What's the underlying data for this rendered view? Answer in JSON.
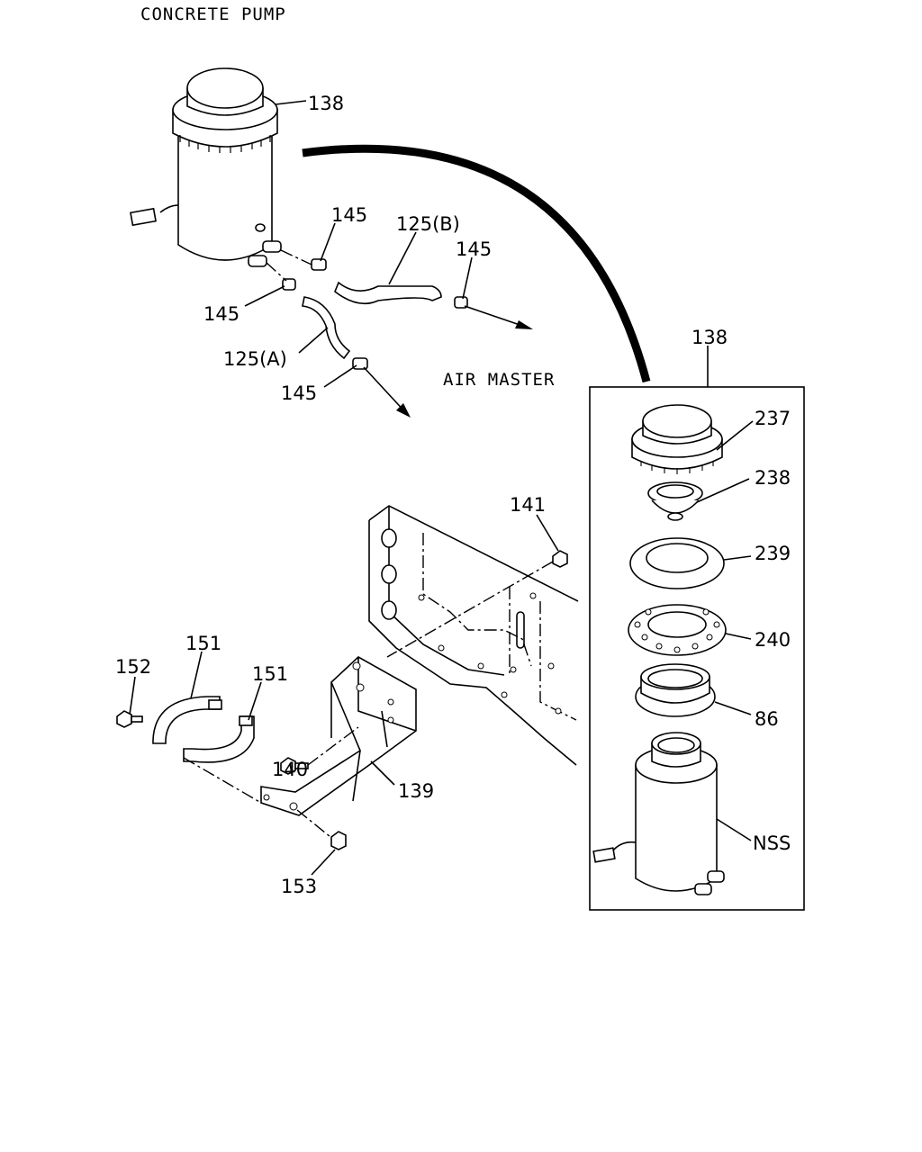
{
  "title": "CONCRETE PUMP",
  "air_master_label": "AIR MASTER",
  "callouts": {
    "tank_top": "138",
    "fitting_upper": "145",
    "hose_b": "125(B)",
    "fitting_right": "145",
    "fitting_left": "145",
    "hose_a": "125(A)",
    "fitting_bottom": "145",
    "box_assembly": "138",
    "cap": "237",
    "seal": "238",
    "ring": "239",
    "gasket": "240",
    "collar": "86",
    "tank_body": "NSS",
    "nut_141": "141",
    "band_left": "151",
    "band_right": "151",
    "bolt_152": "152",
    "bolt_140": "140",
    "bracket": "139",
    "nut_153": "153"
  }
}
